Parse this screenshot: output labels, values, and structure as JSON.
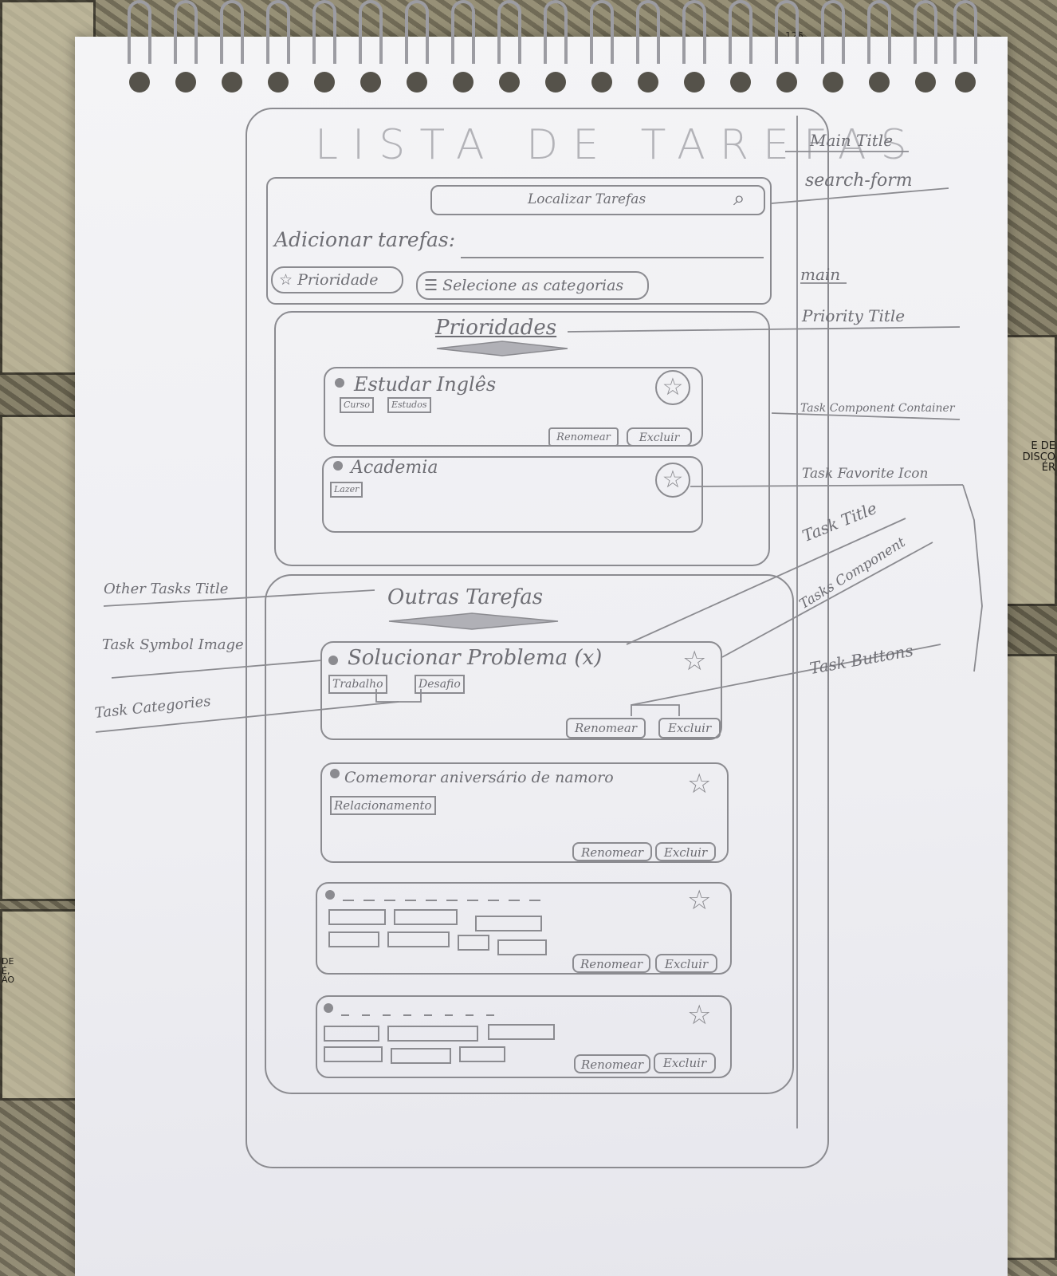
{
  "main_title": "LISTA DE TAREFAS",
  "search": {
    "placeholder": "Localizar Tarefas",
    "icon": "search-icon"
  },
  "add_task": {
    "label": "Adicionar tarefas:"
  },
  "priority_button": {
    "label": "Prioridade",
    "icon": "star-icon"
  },
  "category_select": {
    "label": "Selecione as categorias",
    "icon": "menu-icon"
  },
  "priority_section": {
    "title": "Prioridades",
    "tasks": [
      {
        "title": "Estudar Inglês",
        "categories": [
          "Curso",
          "Estudos"
        ],
        "rename": "Renomear",
        "delete": "Excluir"
      },
      {
        "title": "Academia",
        "categories": [
          "Lazer"
        ]
      }
    ]
  },
  "other_section": {
    "title": "Outras Tarefas",
    "tasks": [
      {
        "title": "Solucionar Problema (x)",
        "categories": [
          "Trabalho",
          "Desafio"
        ],
        "rename": "Renomear",
        "delete": "Excluir"
      },
      {
        "title": "Comemorar aniversário de namoro",
        "categories": [
          "Relacionamento"
        ],
        "rename": "Renomear",
        "delete": "Excluir"
      },
      {
        "rename": "Renomear",
        "delete": "Excluir"
      },
      {
        "rename": "Renomear",
        "delete": "Excluir"
      }
    ]
  },
  "annotations": {
    "main_title": "Main Title",
    "search_form": "search-form",
    "main": "main",
    "priority_title": "Priority Title",
    "task_component_container": "Task Component Container",
    "task_favorite_icon": "Task Favorite Icon",
    "task_title": "Task Title",
    "tasks_component": "Tasks Component",
    "task_buttons": "Task Buttons",
    "other_tasks_title": "Other Tasks Title",
    "task_symbol_image": "Task Symbol Image",
    "task_categories": "Task Categories"
  },
  "background": {
    "page_number": "126",
    "manga_text": "E DE\nDISCO\nÉR",
    "manga_text_left": "DE\nÉ,\nÃO"
  },
  "colors": {
    "pencil": "#8b8b90",
    "paper": "#f1f1f4",
    "background": "#6f6b5a"
  }
}
